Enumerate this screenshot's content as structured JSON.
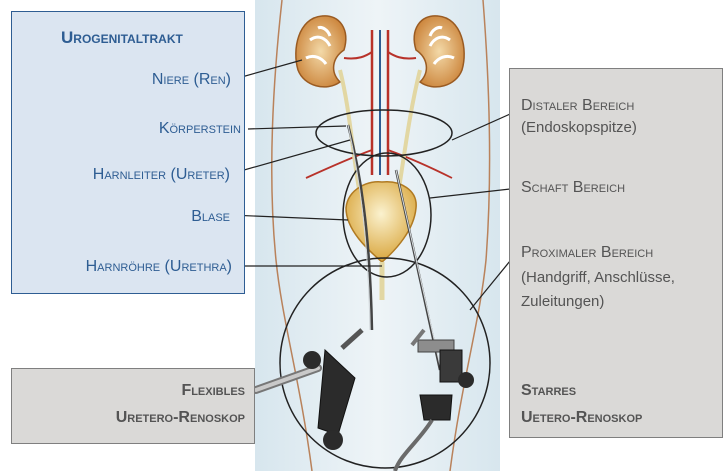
{
  "anatomy": {
    "title": "Urogenitaltrakt",
    "labels": [
      "Niere (Ren)",
      "Körperstein",
      "Harnleiter (Ureter)",
      "Blase",
      "Harnröhre (Urethra)"
    ]
  },
  "endoscope": {
    "labels": [
      {
        "heading": "Distaler Bereich",
        "lines": [
          "(Endoskopspitze)"
        ]
      },
      {
        "heading": "Schaft Bereich",
        "lines": []
      },
      {
        "heading": "Proximaler Bereich",
        "lines": [
          "(Handgriff, Anschlüsse,",
          "Zuleitungen)"
        ]
      }
    ]
  },
  "instruments": {
    "flexible": [
      "Flexibles",
      "Uretero-Renoskop"
    ],
    "rigid": [
      "Starres",
      "Uetero-Renoskop"
    ]
  },
  "colors": {
    "label_blue": "#2e5d93",
    "label_gray": "#545454",
    "panel_blue": "#dbe5f1",
    "panel_gray": "#dad9d7",
    "body_fill": "#e6eff3",
    "kidney": "#d99a4e",
    "bladder": "#e8c46c",
    "vessel_red": "#b8322a"
  }
}
